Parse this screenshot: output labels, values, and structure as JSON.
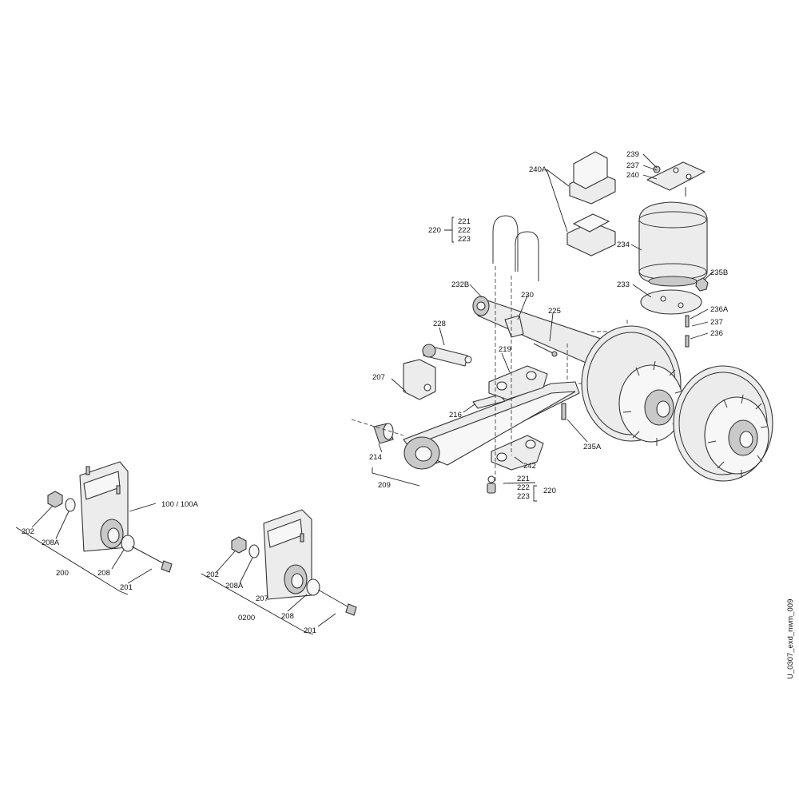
{
  "drawing_id": "U_0307_exd_nwm_009",
  "labels": {
    "l_240A": "240A",
    "l_239": "239",
    "l_237_top": "237",
    "l_240": "240",
    "l_220_top": "220",
    "l_221_top": "221",
    "l_222_top": "222",
    "l_223_top": "223",
    "l_234": "234",
    "l_235B": "235B",
    "l_233": "233",
    "l_236A": "236A",
    "l_237_mid": "237",
    "l_236": "236",
    "l_232B": "232B",
    "l_230": "230",
    "l_225": "225",
    "l_228": "228",
    "l_219": "219",
    "l_207_main": "207",
    "l_216": "216",
    "l_235A": "235A",
    "l_214": "214",
    "l_242": "242",
    "l_209": "209",
    "l_221_bot": "221",
    "l_222_bot": "222",
    "l_223_bot": "223",
    "l_220_bot": "220",
    "l_100": "100 / 100A",
    "l_202_a": "202",
    "l_208A_a": "208A",
    "l_208_a": "208",
    "l_200": "200",
    "l_201_a": "201",
    "l_202_b": "202",
    "l_208A_b": "208A",
    "l_207_b": "207",
    "l_208_b": "208",
    "l_0200": "0200",
    "l_201_b": "201"
  },
  "icons": [
    "u-bolt",
    "air-spring",
    "brake-drum",
    "hanger-bracket",
    "bolt",
    "nut",
    "washer",
    "leaf-spring",
    "axle-beam"
  ]
}
